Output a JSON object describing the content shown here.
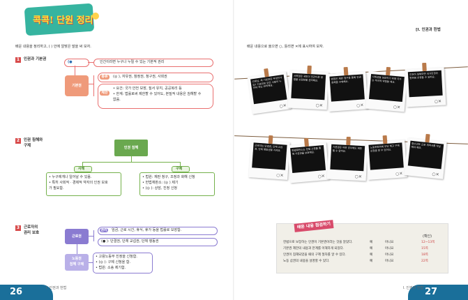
{
  "left": {
    "title": "콕콕! 단원 정리",
    "instruction": "배운 내용을 정리하고, (      ) 안에 알맞은 말을 써 보자.",
    "sec1": {
      "num": "1",
      "label": "인권과 기본권",
      "line1_blank": "(●",
      "line1_text": "인간이라면 누구나 누릴 수 있는 기본적 권리",
      "center": "기본권",
      "kind_tag": "종류",
      "kind_text": "(◎            ), 자유권, 참정권, 청구권, 사회권",
      "limit_tag": "제한",
      "limit_text1": "• 요건: 국가 안전 보장, 질서 유지, 공공복리 등",
      "limit_text2": "• 한계: 법률로써 제한할 수 있어도, 본질적 내용은 침해할 수",
      "limit_text3": "  없음."
    },
    "sec2": {
      "num": "2",
      "label1": "인권 침해와",
      "label2": "구제",
      "center": "인권 침해",
      "left_tag": "사례",
      "right_tag": "구제",
      "left_text1": "• 누구에게나 일어날 수 있음.",
      "left_text2": "• 특히 사회적 · 경제적 약자의 인권 보호",
      "left_text3": "  가 필요함.",
      "right_text1": "• 법원: 재판 청구, 조정과 화해 신청",
      "right_text2": "• 헌법재판소: (◎         ) 제기",
      "right_text3": "• (◎           ): 상담, 진정 신청"
    },
    "sec3": {
      "num": "3",
      "label1": "근로자의",
      "label2": "권리 보호",
      "center": "근로권",
      "right_tag": "권리",
      "right_text": "임금, 근로 시간, 휴식, 휴가 등을 법률로 보장함.",
      "blank_text": "(●                    ): 단결권, 단체 교섭권, 단체 행동권",
      "bottom_center1": "노동권",
      "bottom_center2": "침해 구제",
      "bottom_text1": "• 고용노동부 진정을 신청함.",
      "bottom_text2": "• (◎            ): 구제 신청을 함.",
      "bottom_text3": "• 법원: 소송 제기함."
    },
    "pagenum": "26",
    "footer": "I. 인권과 헌법"
  },
  "right": {
    "header": "[Ⅰ. 인권과 헌법",
    "instruction": "배운 내용으로 옳으면 ○, 틀리면 ✕에 표시하여 보자.",
    "photos": [
      "선생님, 제 기본권은 무엇인가요? 기본권은 모든 사람이 누려야 하는 권리예요.",
      "사회권은 국민이 인간다운 생활을 보장받을 권리예요.",
      "법원은 재판 청구를 통해 인권 침해를 구제해요.",
      "사회권을 보장하기 위해 국가는 적극적 역할을 해요.",
      "인권이 침해되면 국가인권위원회에 진정할 수 있어요.",
      "근로자는 단결권, 단체 교섭권, 단체 행동권을 가져요.",
      "헌법재판소는 헌법 소원을 통해 기본권을 보호해요.",
      "기본권은 어떤 경우에도 제한될 수 없어요.",
      "노동위원회에 부당 해고 구제 신청을 할 수 있어요.",
      "청소년도 근로 계약서를 작성해야 해요."
    ],
    "ox": "○✕",
    "board_tag": "배운 내용 점검하기",
    "board_col": "(확인)",
    "rows": [
      {
        "text": "헌법으로 보장하는 인권이 기본권이라는 것을 알았다.",
        "yes": "예",
        "no": "아니요",
        "check": "12~13쪽"
      },
      {
        "text": "기본권 제한의 내용과 한계를 이해하게 되었다.",
        "yes": "예",
        "no": "아니요",
        "check": "15쪽"
      },
      {
        "text": "인권이 침해되었을 때의 구제 절차를 알 수 있다.",
        "yes": "예",
        "no": "아니요",
        "check": "18쪽"
      },
      {
        "text": "노동 삼권의 내용을 설명할 수 있다.",
        "yes": "예",
        "no": "아니요",
        "check": "22쪽"
      }
    ],
    "pagenum": "27",
    "footer": "I. 인권과 헌법"
  }
}
